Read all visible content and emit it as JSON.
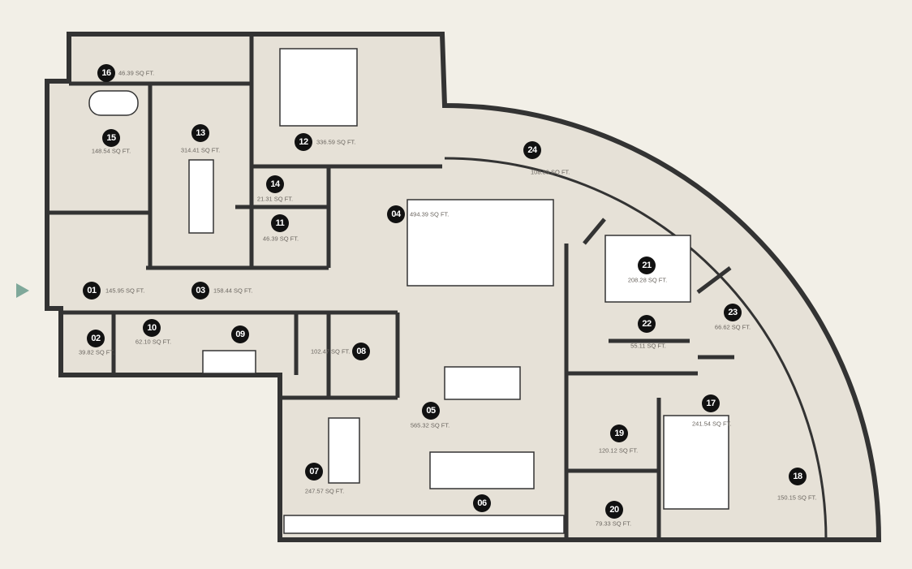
{
  "colors": {
    "background": "#f2efe7",
    "floor": "#e6e1d7",
    "wall": "#333333",
    "badge": "#111111",
    "entry_arrow": "#7fa89a"
  },
  "entry_icon": "triangle-arrow-right",
  "rooms": [
    {
      "number": "01",
      "area": "145.95 SQ FT."
    },
    {
      "number": "02",
      "area": "39.82 SQ FT."
    },
    {
      "number": "03",
      "area": "158.44 SQ FT."
    },
    {
      "number": "04",
      "area": "494.39 SQ FT."
    },
    {
      "number": "05",
      "area": "565.32 SQ FT."
    },
    {
      "number": "06",
      "area": ""
    },
    {
      "number": "07",
      "area": "247.57 SQ FT."
    },
    {
      "number": "08",
      "area": "102.47 SQ FT."
    },
    {
      "number": "09",
      "area": ""
    },
    {
      "number": "10",
      "area": "62.10 SQ FT."
    },
    {
      "number": "11",
      "area": "46.39 SQ FT."
    },
    {
      "number": "12",
      "area": "336.59 SQ FT."
    },
    {
      "number": "13",
      "area": "314.41 SQ FT."
    },
    {
      "number": "14",
      "area": "21.31 SQ FT."
    },
    {
      "number": "15",
      "area": "148.54 SQ FT."
    },
    {
      "number": "16",
      "area": "46.39 SQ FT."
    },
    {
      "number": "17",
      "area": "241.54 SQ FT."
    },
    {
      "number": "18",
      "area": "150.15 SQ FT."
    },
    {
      "number": "19",
      "area": "120.12 SQ FT."
    },
    {
      "number": "20",
      "area": "79.33 SQ FT."
    },
    {
      "number": "21",
      "area": "208.28 SQ FT."
    },
    {
      "number": "22",
      "area": "55.11 SQ FT."
    },
    {
      "number": "23",
      "area": "66.62 SQ FT."
    },
    {
      "number": "24",
      "area": "108.39 SQ FT."
    }
  ]
}
